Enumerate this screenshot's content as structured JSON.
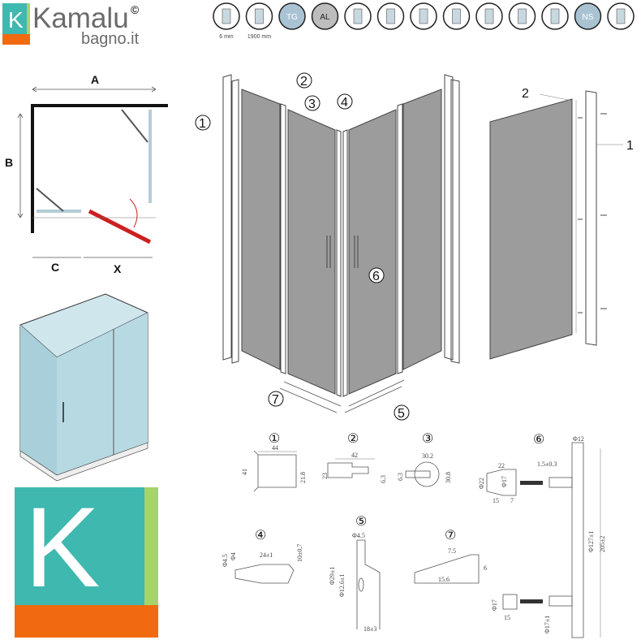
{
  "brand": {
    "logo_letter": "K",
    "name": "Kamalu",
    "copyright": "©",
    "domain": "bagno.it",
    "colors": {
      "teal": "#3fb8b0",
      "green": "#a6d46a",
      "orange": "#f26a10",
      "text": "#6b6b6b"
    }
  },
  "feature_icons": [
    {
      "icon": "glass-thickness-icon",
      "caption": "6 mm"
    },
    {
      "icon": "height-icon",
      "caption": "1900 mm"
    },
    {
      "icon": "tempered-glass-icon",
      "text": "TG"
    },
    {
      "icon": "aluminium-icon",
      "text": "AL"
    },
    {
      "icon": "reversible-icon"
    },
    {
      "icon": "rotate-icon"
    },
    {
      "icon": "sliding-icon"
    },
    {
      "icon": "magnetic-closure-icon"
    },
    {
      "icon": "adjustable-icon"
    },
    {
      "icon": "wall-mount-icon"
    },
    {
      "icon": "cut-to-size-icon"
    },
    {
      "icon": "nano-coating-icon",
      "text": "NS"
    },
    {
      "icon": "seal-icon"
    }
  ],
  "plan_diagram": {
    "A": "A",
    "B": "B",
    "C": "C",
    "X": "X"
  },
  "exploded_view": {
    "callouts": [
      "1",
      "2",
      "3",
      "4",
      "5",
      "6",
      "7"
    ],
    "side_panel_callouts": [
      "2",
      "1"
    ]
  },
  "details": [
    {
      "id": "①",
      "dims": [
        "44",
        "41",
        "21.8"
      ]
    },
    {
      "id": "②",
      "dims": [
        "42",
        "23",
        "6.3"
      ]
    },
    {
      "id": "③",
      "dims": [
        "30.2",
        "30.8",
        "6.3"
      ]
    },
    {
      "id": "④",
      "dims": [
        "24±1",
        "10±0.7",
        "Φ4",
        "Φ4.5"
      ]
    },
    {
      "id": "⑤",
      "dims": [
        "Φ4.5",
        "Φ29±1",
        "Φ12.6±1",
        "18±3"
      ]
    },
    {
      "id": "⑦",
      "dims": [
        "7.5",
        "6",
        "15.6"
      ]
    },
    {
      "id": "⑥",
      "dims": [
        "Φ12",
        "22",
        "Φ22",
        "Φ17",
        "15",
        "7",
        "1.5±0.3",
        "Φ127±1",
        "205±2",
        "Φ17",
        "15",
        "Φ17±1"
      ]
    }
  ]
}
